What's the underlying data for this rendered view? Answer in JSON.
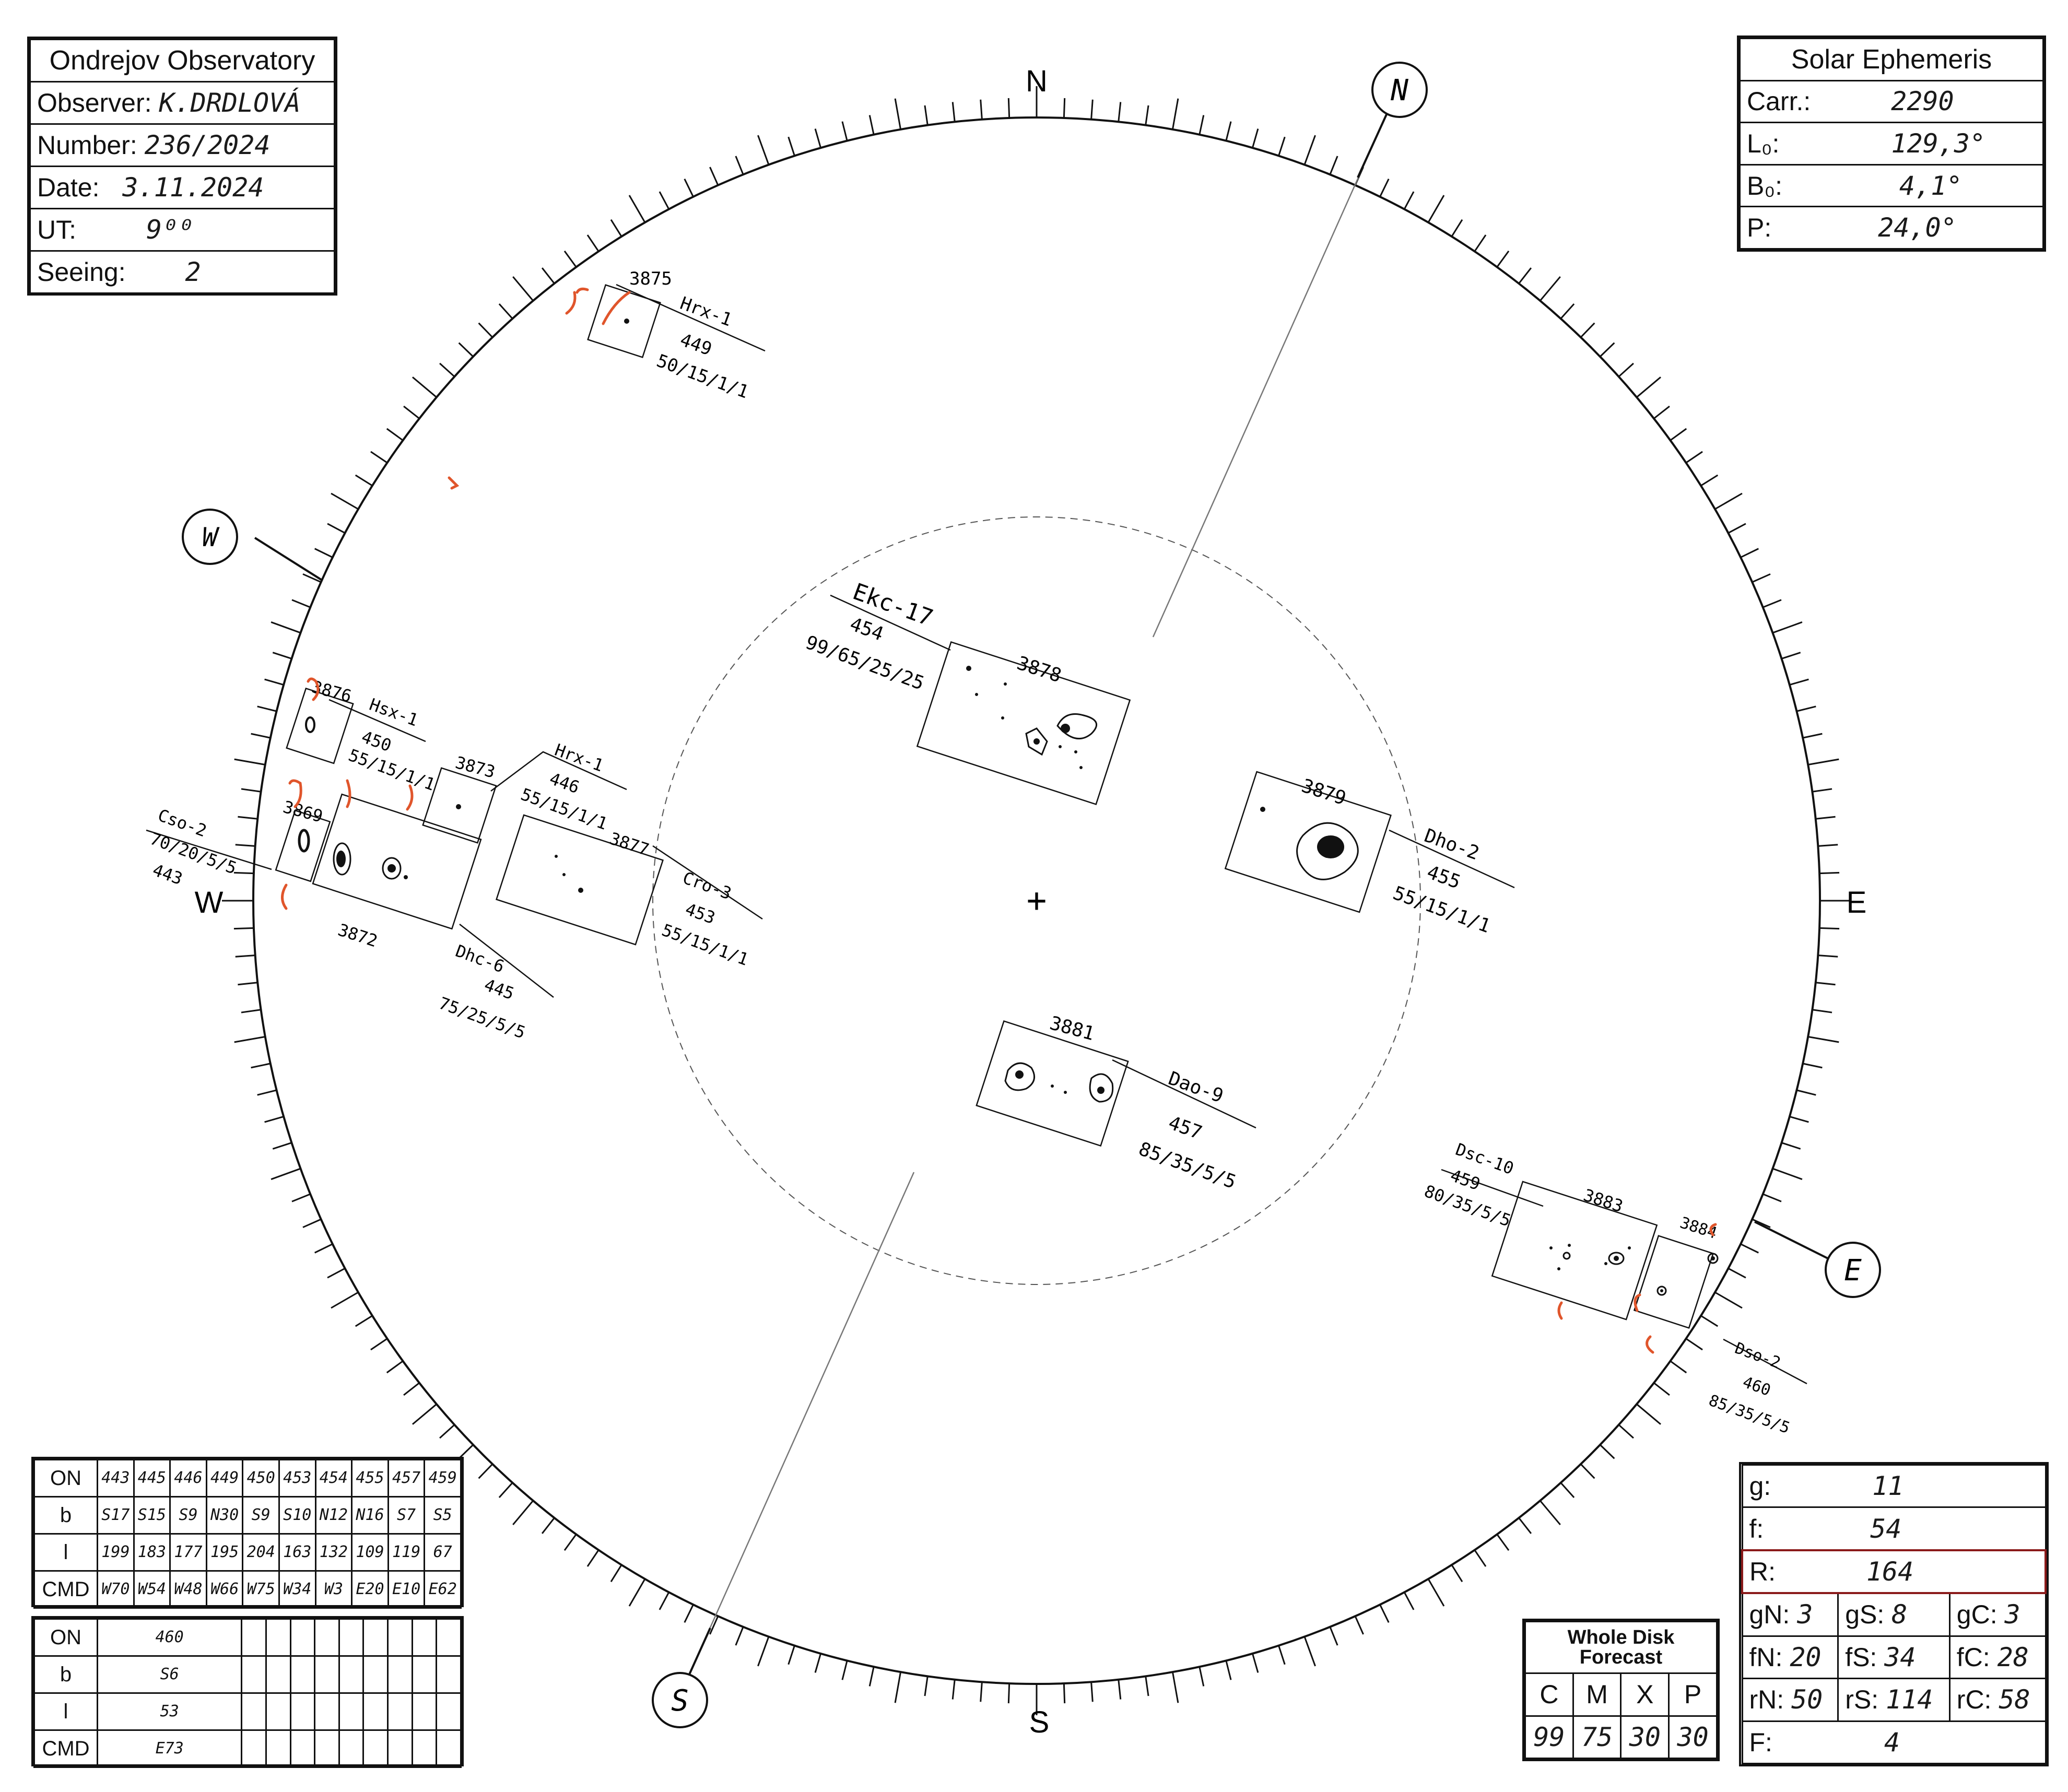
{
  "observatory": "Ondrejov Observatory",
  "observation": {
    "observer_label": "Observer:",
    "observer": "K.DRDLOVÁ",
    "number_label": "Number:",
    "number": "236/2024",
    "date_label": "Date:",
    "date": "3.11.2024",
    "ut_label": "UT:",
    "ut": "9⁰⁰",
    "seeing_label": "Seeing:",
    "seeing": "2"
  },
  "ephemeris": {
    "title": "Solar Ephemeris",
    "carr_label": "Carr.:",
    "carr": "2290",
    "l0_label": "L₀:",
    "l0": "129,3°",
    "b0_label": "B₀:",
    "b0": "4,1°",
    "p_label": "P:",
    "p": "24,0°"
  },
  "disk": {
    "cardinals": {
      "n": "N",
      "s": "S",
      "e": "E",
      "w": "W"
    },
    "circled": {
      "n": "N",
      "s": "S",
      "e": "E",
      "w": "W"
    },
    "center_mark": "+"
  },
  "regions": [
    {
      "id": "r3875",
      "number": "3875",
      "class": "Hrx-1",
      "area": "449",
      "coords": "50/15/1/1"
    },
    {
      "id": "r3876",
      "number": "3876",
      "class": "Hsx-1",
      "area": "450",
      "coords": "55/15/1/1"
    },
    {
      "id": "r3873",
      "number": "3873",
      "class": "Hrx-1",
      "area": "446",
      "coords": "55/15/1/1"
    },
    {
      "id": "r3869",
      "number": "3869",
      "class": "Cso-2",
      "area": "443",
      "coords": "70/20/5/5"
    },
    {
      "id": "r3872",
      "number": "3872",
      "class": "Dhc-6",
      "area": "445",
      "coords": "75/25/5/5"
    },
    {
      "id": "r3877",
      "number": "3877",
      "class": "Cro-3",
      "area": "453",
      "coords": "55/15/1/1"
    },
    {
      "id": "r3878",
      "number": "3878",
      "class": "Ekc-17",
      "area": "454",
      "coords": "99/65/25/25"
    },
    {
      "id": "r3879",
      "number": "3879",
      "class": "Dho-2",
      "area": "455",
      "coords": "55/15/1/1"
    },
    {
      "id": "r3881",
      "number": "3881",
      "class": "Dao-9",
      "area": "457",
      "coords": "85/35/5/5"
    },
    {
      "id": "r3883",
      "number": "3883",
      "class": "Dsc-10",
      "area": "459",
      "coords": "80/35/5/5"
    },
    {
      "id": "r3884",
      "number": "3884",
      "class": "Dso-2",
      "area": "460",
      "coords": "85/35/5/5"
    }
  ],
  "table1": {
    "row_labels": [
      "ON",
      "b",
      "l",
      "CMD"
    ],
    "on": [
      "443",
      "445",
      "446",
      "449",
      "450",
      "453",
      "454",
      "455",
      "457",
      "459"
    ],
    "b": [
      "S17",
      "S15",
      "S9",
      "N30",
      "S9",
      "S10",
      "N12",
      "N16",
      "S7",
      "S5"
    ],
    "l": [
      "199",
      "183",
      "177",
      "195",
      "204",
      "163",
      "132",
      "109",
      "119",
      "67"
    ],
    "cmd": [
      "W70",
      "W54",
      "W48",
      "W66",
      "W75",
      "W34",
      "W3",
      "E20",
      "E10",
      "E62"
    ]
  },
  "table2": {
    "row_labels": [
      "ON",
      "b",
      "l",
      "CMD"
    ],
    "on": [
      "460",
      "",
      "",
      "",
      "",
      "",
      "",
      "",
      "",
      ""
    ],
    "b": [
      "S6",
      "",
      "",
      "",
      "",
      "",
      "",
      "",
      "",
      ""
    ],
    "l": [
      "53",
      "",
      "",
      "",
      "",
      "",
      "",
      "",
      "",
      ""
    ],
    "cmd": [
      "E73",
      "",
      "",
      "",
      "",
      "",
      "",
      "",
      "",
      ""
    ]
  },
  "forecast": {
    "title": "Whole Disk Forecast",
    "headers": [
      "C",
      "M",
      "X",
      "P"
    ],
    "values": [
      "99",
      "75",
      "30",
      "30"
    ]
  },
  "counts": {
    "g_label": "g:",
    "g": "11",
    "f_label": "f:",
    "f": "54",
    "r_label": "R:",
    "r": "164",
    "gn_label": "gN:",
    "gn": "3",
    "gs_label": "gS:",
    "gs": "8",
    "gc_label": "gC:",
    "gc": "3",
    "fn_label": "fN:",
    "fn": "20",
    "fs_label": "fS:",
    "fs": "34",
    "fc_label": "fC:",
    "fc": "28",
    "rn_label": "rN:",
    "rn": "50",
    "rs_label": "rS:",
    "rs": "114",
    "rc_label": "rC:",
    "rc": "58",
    "F_label": "F:",
    "F": "4"
  },
  "colors": {
    "ink": "#111111",
    "red_pencil": "#e0552b",
    "r_border": "#8b1a1a"
  }
}
